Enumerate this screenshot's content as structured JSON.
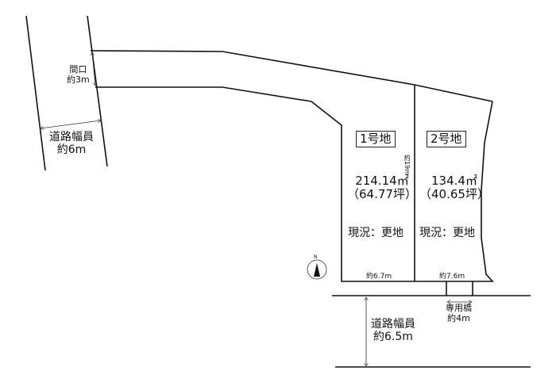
{
  "lots": [
    {
      "name": "1号地",
      "area": "214.14㎡",
      "tsubo": "（64.77坪）",
      "status": "現況：更地",
      "frontage": "約6.7m"
    },
    {
      "name": "2号地",
      "area": "134.4㎡",
      "tsubo": "（40.65坪）",
      "status": "現況：更地",
      "frontage": "約7.6m"
    }
  ],
  "depth": "約19m",
  "access": {
    "label": "間口",
    "value": "約3m"
  },
  "left_road": {
    "label": "道路幅員",
    "value": "約6m"
  },
  "front_road": {
    "label": "道路幅員",
    "value": "約6.5m"
  },
  "bridge": {
    "label": "専用橋",
    "value": "約4m"
  },
  "compass": {
    "north": "N"
  }
}
